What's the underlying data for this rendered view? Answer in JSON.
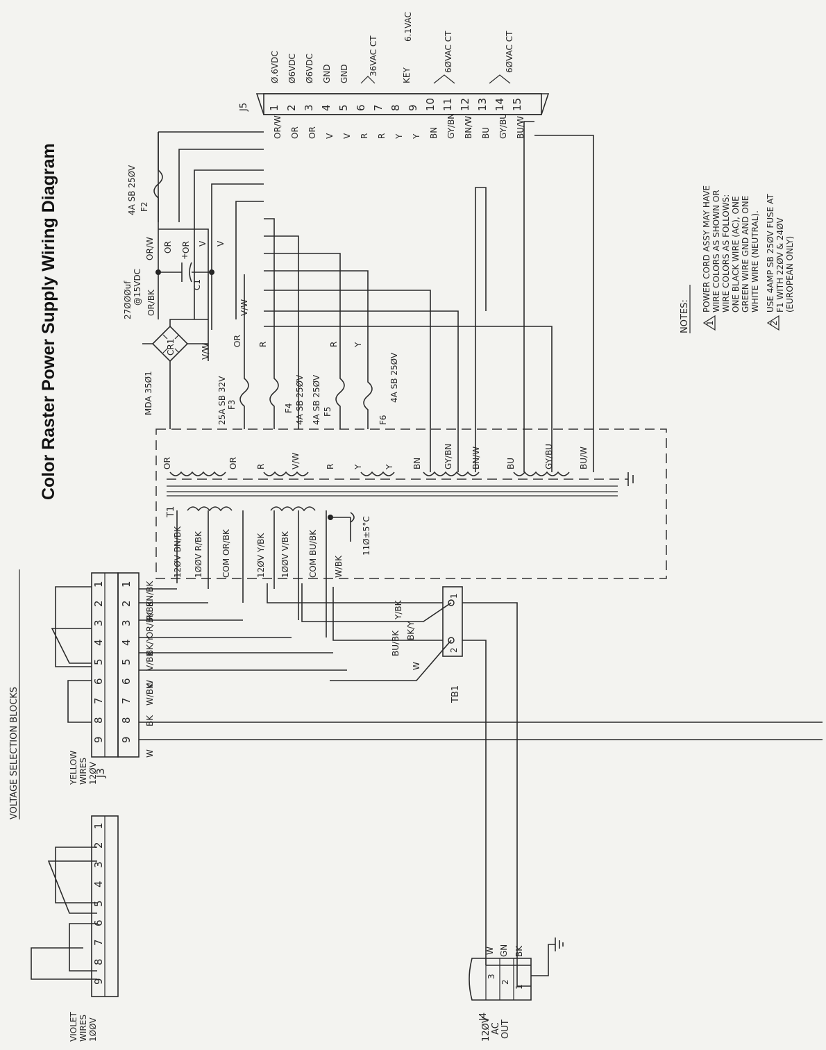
{
  "title": "Color Raster Power Supply Wiring Diagram",
  "voltage_blocks_label": "VOLTAGE SELECTION BLOCKS",
  "violet_label": [
    "VIOLET",
    "WIRES",
    "1ØØV"
  ],
  "yellow_label": [
    "YELLOW",
    "WIRES",
    "12ØV"
  ],
  "j3_label": "J3",
  "j4_label": "J4",
  "j5_label": "J5",
  "tb1_label": "TB1",
  "t1_label": "T1",
  "ac_out_label": [
    "12ØV",
    "AC",
    "OUT"
  ],
  "block_pins_top": [
    "9",
    "8",
    "7",
    "6",
    "5",
    "4",
    "3",
    "2",
    "1"
  ],
  "j3_wires": [
    "BN/BK",
    "R/BK",
    "OR/BK",
    "BK/Y",
    "V/BK",
    "W",
    "W/BK",
    "BK",
    "W"
  ],
  "tb1_wires": [
    "Y/BK",
    "BK/Y",
    "BU/BK",
    "W"
  ],
  "primary_taps": [
    "12ØV BN/BK",
    "1ØØV R/BK",
    "COM OR/BK",
    "12ØV Y/BK",
    "1ØØV V/BK",
    "COM BU/BK"
  ],
  "thermal": [
    "W/BK",
    "11Ø±5°C"
  ],
  "secondary_labels": [
    "OR",
    "OR",
    "R",
    "V/W",
    "R",
    "Y",
    "Y",
    "BN",
    "GY/BN",
    "BN/W",
    "BU",
    "GY/BU",
    "BU/W"
  ],
  "fuses": {
    "f3": [
      "25A SB 32V",
      "F3"
    ],
    "f4": [
      "F4",
      "4A SB 25ØV"
    ],
    "f5": [
      "4A SB 25ØV",
      "F5"
    ],
    "f6": [
      "F6",
      "4A SB 25ØV"
    ],
    "f2": [
      "4A SB 25ØV",
      "F2"
    ]
  },
  "bridge_label": "MDA 35Ø1",
  "bridge_ref": "CR1",
  "cap_label": [
    "27ØØØuf",
    "@15VDC",
    "C1"
  ],
  "mid_wires": [
    "OR/BK",
    "OR/W",
    "OR",
    "OR",
    "V",
    "V",
    "V/W",
    "V/W",
    "OR",
    "R",
    "R",
    "Y"
  ],
  "j5_pins": [
    "1",
    "2",
    "3",
    "4",
    "5",
    "6",
    "7",
    "8",
    "9",
    "10",
    "11",
    "12",
    "13",
    "14",
    "15"
  ],
  "j5_wires": [
    "OR/W",
    "OR",
    "OR",
    "V",
    "V",
    "R",
    "R",
    "Y",
    "Y",
    "BN",
    "GY/BN",
    "BN/W",
    "BU",
    "GY/BU",
    "BU/W"
  ],
  "j5_outputs": [
    "Ø.6VDC",
    "Ø6VDC",
    "Ø6VDC",
    "GND",
    "GND",
    "36VAC CT",
    "KEY",
    "6.1VAC",
    "6ØVAC CT",
    "6ØVAC CT"
  ],
  "j4_pins": [
    "3",
    "2",
    "1"
  ],
  "j4_wires": [
    "W",
    "GN",
    "BK"
  ],
  "notes_title": "NOTES:",
  "note1": [
    "POWER CORD ASSY MAY HAVE",
    "WIRE COLORS AS SHOWN OR",
    "WIRE COLORS AS FOLLOWS:",
    "ONE BLACK WIRE (AC), ONE",
    "GREEN WIRE GND AND ONE",
    "WHITE WIRE (NEUTRAL)."
  ],
  "note2": [
    "USE 4AMP SB 25ØV FUSE AT",
    "F1 WITH 22ØV & 24ØV",
    "(EUROPEAN ONLY)"
  ],
  "note_markers": [
    "1",
    "2"
  ],
  "tb1_pins": [
    "1",
    "2"
  ]
}
